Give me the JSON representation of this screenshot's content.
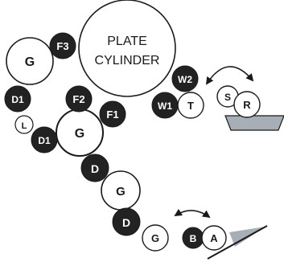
{
  "plate_cylinder": {
    "line1": "PLATE",
    "line2": "CYLINDER"
  },
  "rollers": {
    "F3": "F3",
    "G_top": "G",
    "D1_left": "D1",
    "L": "L",
    "F2": "F2",
    "F1": "F1",
    "D1_lower": "D1",
    "G_center": "G",
    "D_upper": "D",
    "G_mid": "G",
    "D_lower": "D",
    "G_bottom": "G",
    "B": "B",
    "A": "A",
    "W2": "W2",
    "W1": "W1",
    "T": "T",
    "S": "S",
    "R": "R"
  },
  "colors": {
    "outline": "#1a1a1a",
    "dark_fill": "#222222",
    "light_fill": "#ffffff",
    "tray_fill": "#a8aeb6",
    "ink_fill": "#a8aeb6"
  }
}
